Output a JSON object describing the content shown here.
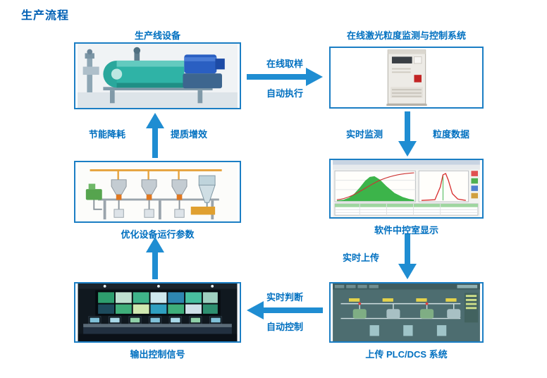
{
  "title": "生产流程",
  "nodes": {
    "production_line": {
      "label": "生产线设备"
    },
    "laser_system": {
      "label": "在线激光粒度监测与控制系统"
    },
    "software_display": {
      "label": "软件中控室显示"
    },
    "plc_dcs": {
      "label": "上传 PLC/DCS 系统"
    },
    "output_signal": {
      "label": "输出控制信号"
    },
    "optimize_params": {
      "label": "优化设备运行参数"
    }
  },
  "flows": {
    "sampling": {
      "line1": "在线取样",
      "line2": "自动执行"
    },
    "monitor": {
      "left": "实时监测",
      "right": "粒度数据"
    },
    "upload": {
      "label": "实时上传"
    },
    "judge": {
      "line1": "实时判断",
      "line2": "自动控制"
    },
    "improve": {
      "left": "节能降耗",
      "right": "提质增效"
    }
  },
  "colors": {
    "accent_text": "#0070C0",
    "title_text": "#0060B4",
    "arrow": "#1F8DD2",
    "box_border": "#1B7EC4"
  }
}
